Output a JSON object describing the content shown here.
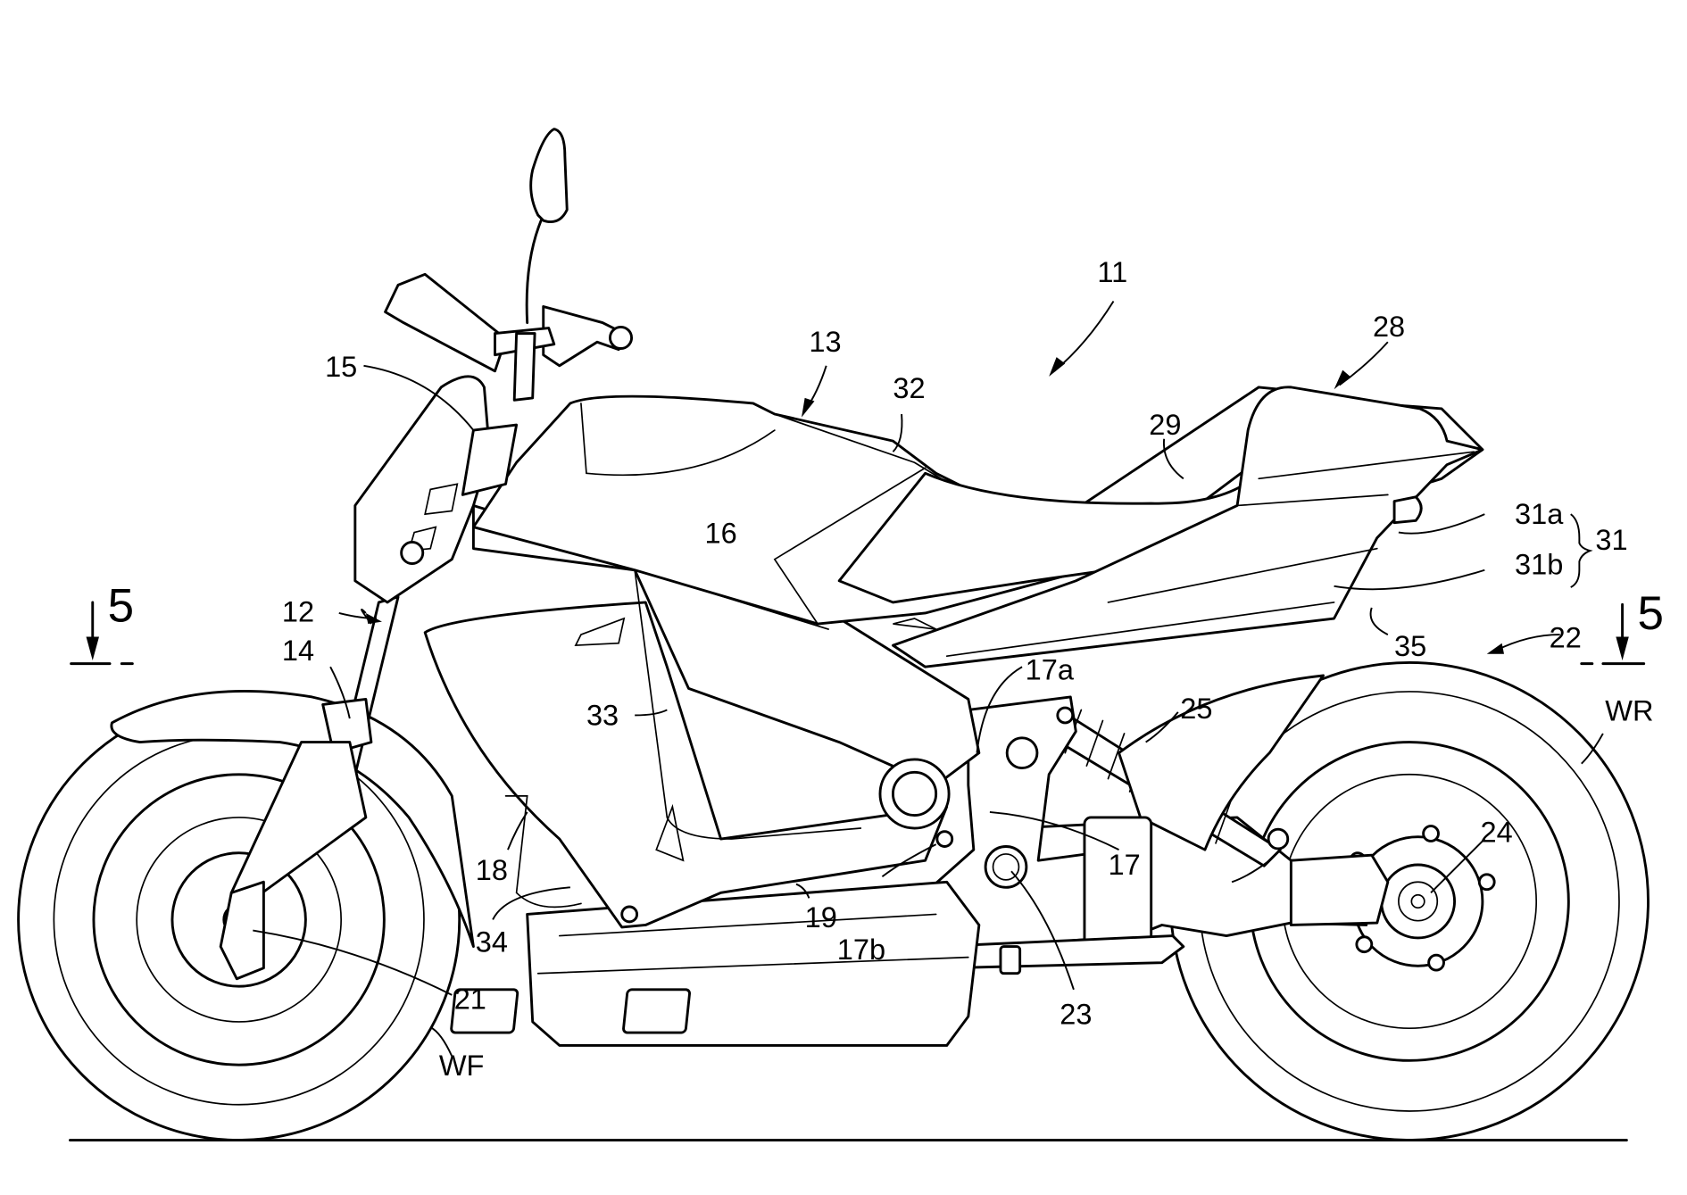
{
  "figure": {
    "subject": "Motorcycle side view (patent drawing)",
    "section_marker": "5",
    "labels": {
      "vehicle": "11",
      "body_frame": "12",
      "tank_cover": "13",
      "front_fork": "14",
      "steering": "15",
      "frame_16": "16",
      "pivot_plate": "17",
      "pivot_upper": "17a",
      "pivot_lower": "17b",
      "part_18": "18",
      "part_19": "19",
      "front_axle": "21",
      "rear_unit": "22",
      "pivot_shaft": "23",
      "rear_axle": "24",
      "rear_cushion": "25",
      "seat_cowl": "28",
      "seat": "29",
      "side_cover": "31",
      "side_cover_a": "31a",
      "side_cover_b": "31b",
      "part_32": "32",
      "part_33": "33",
      "part_34": "34",
      "part_35": "35",
      "front_wheel": "WF",
      "rear_wheel": "WR"
    }
  }
}
